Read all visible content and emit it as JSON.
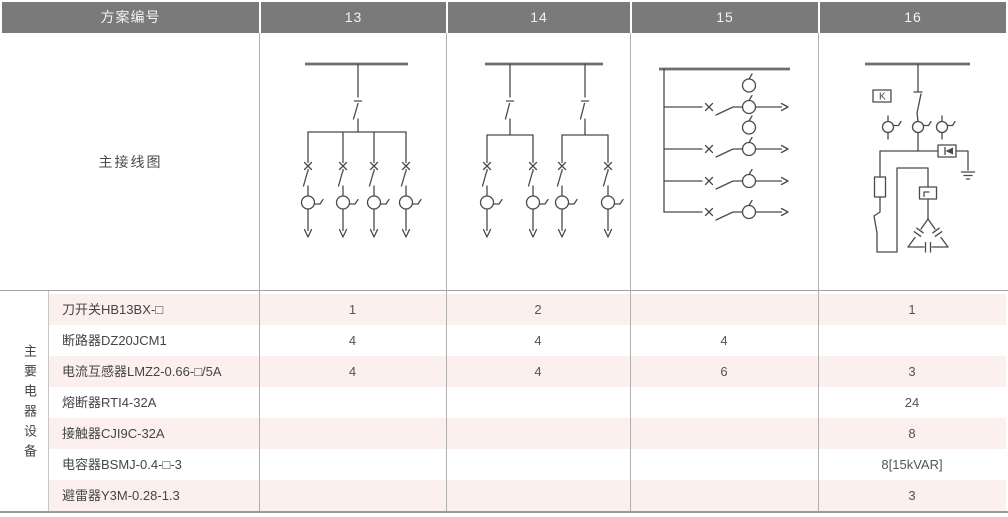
{
  "header": {
    "scheme_label": "方案编号",
    "schemes": [
      "13",
      "14",
      "15",
      "16"
    ]
  },
  "diagram_row": {
    "label": "主接线图",
    "scheme16_k_label": "K"
  },
  "equipment": {
    "group_label": "主要电器设备",
    "rows": [
      {
        "name": "刀开关HB13BX-□",
        "values": [
          "1",
          "2",
          "",
          "1"
        ]
      },
      {
        "name": "断路器DZ20JCM1",
        "values": [
          "4",
          "4",
          "4",
          ""
        ]
      },
      {
        "name": "电流互感器LMZ2-0.66-□/5A",
        "values": [
          "4",
          "4",
          "6",
          "3"
        ]
      },
      {
        "name": "熔断器RTI4-32A",
        "values": [
          "",
          "",
          "",
          "24"
        ]
      },
      {
        "name": "接触器CJI9C-32A",
        "values": [
          "",
          "",
          "",
          "8"
        ]
      },
      {
        "name": "电容器BSMJ-0.4-□-3",
        "values": [
          "",
          "",
          "",
          "8[15kVAR]"
        ]
      },
      {
        "name": "避雷器Y3M-0.28-1.3",
        "values": [
          "",
          "",
          "",
          "3"
        ]
      }
    ]
  },
  "colors": {
    "header_bg": "#7a7a7a",
    "header_text": "#f2f2f2",
    "row_stripe": "#fbf0ee",
    "grid_line": "#b0b0b0",
    "diagram_stroke": "#4a4a4a"
  }
}
